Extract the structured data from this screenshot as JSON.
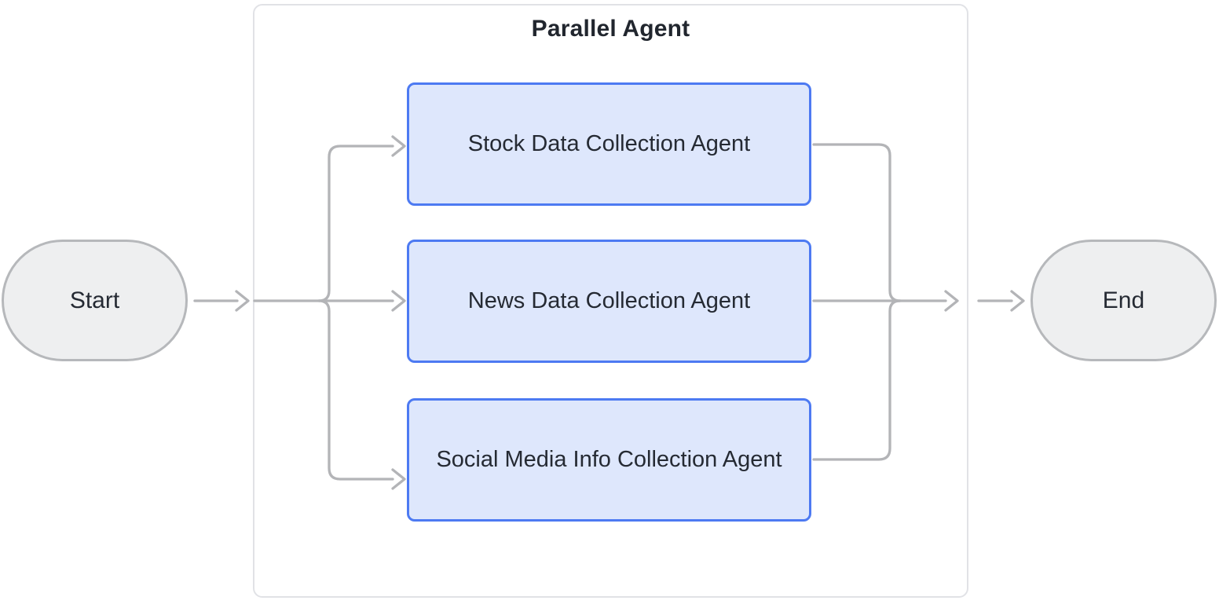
{
  "diagram": {
    "type": "flowchart",
    "direction": "left-to-right",
    "title": "Parallel Agent",
    "nodes": {
      "start": {
        "label": "Start",
        "shape": "stadium"
      },
      "end": {
        "label": "End",
        "shape": "stadium"
      },
      "agents": [
        {
          "label": "Stock Data Collection Agent",
          "shape": "rounded-rect"
        },
        {
          "label": "News Data Collection Agent",
          "shape": "rounded-rect"
        },
        {
          "label": "Social Media Info Collection Agent",
          "shape": "rounded-rect"
        }
      ]
    },
    "group": {
      "title": "Parallel Agent",
      "members": [
        "Stock Data Collection Agent",
        "News Data Collection Agent",
        "Social Media Info Collection Agent"
      ]
    },
    "edges": [
      {
        "from": "Start",
        "to": "Stock Data Collection Agent"
      },
      {
        "from": "Start",
        "to": "News Data Collection Agent"
      },
      {
        "from": "Start",
        "to": "Social Media Info Collection Agent"
      },
      {
        "from": "Stock Data Collection Agent",
        "to": "End"
      },
      {
        "from": "News Data Collection Agent",
        "to": "End"
      },
      {
        "from": "Social Media Info Collection Agent",
        "to": "End"
      }
    ],
    "colors": {
      "background": "#ffffff",
      "edge_stroke": "#b3b4b7",
      "stadium_fill": "#eeeff0",
      "stadium_border": "#b6b8bb",
      "agent_fill": "#dee7fc",
      "agent_border": "#4d7af2",
      "group_border": "#e1e2e6",
      "group_fill": "#ffffff",
      "title_text": "#21262e",
      "node_text": "#252a33"
    }
  }
}
